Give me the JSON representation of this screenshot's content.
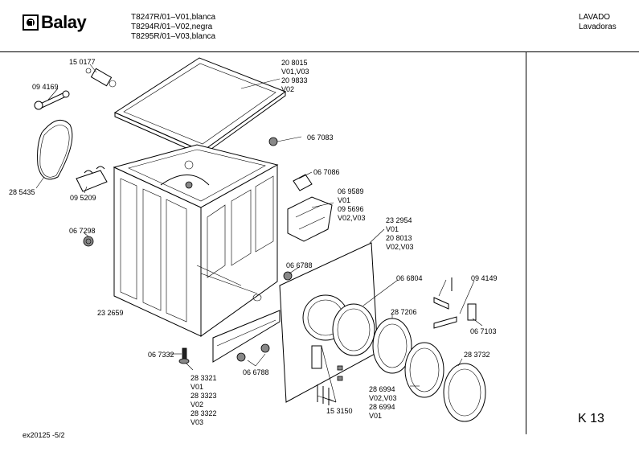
{
  "header": {
    "brand": "Balay",
    "models": "T8247R/01–V01,blanca\nT8294R/01–V02,negra\nT8295R/01–V03,blanca",
    "category": "LAVADO\nLavadoras"
  },
  "footer": {
    "doc_code": "ex20125  -5/2",
    "sheet_id": "K 13"
  },
  "labels": {
    "l150177": "15 0177",
    "l094169": "09 4169",
    "l285435": "28 5435",
    "l095209": "09 5209",
    "l067298": "06 7298",
    "l232659": "23 2659",
    "l067332": "06 7332",
    "l283321": "28 3321\nV01\n28 3323\nV02\n28 3322\nV03",
    "l066788a": "06 6788",
    "l066788b": "06 6788",
    "l208015": "20 8015\nV01,V03\n20 9833\nV02",
    "l067083": "06 7083",
    "l067086": "06 7086",
    "l069589": "06 9589\nV01\n09 5696\nV02,V03",
    "l232954": "23 2954\nV01\n20 8013\nV02,V03",
    "l066804": "06 6804",
    "l287206": "28 7206",
    "l094149": "09 4149",
    "l067103": "06 7103",
    "l283732": "28 3732",
    "l286994": "28 6994\nV02,V03\n28 6994\nV01",
    "l153150": "15 3150"
  }
}
